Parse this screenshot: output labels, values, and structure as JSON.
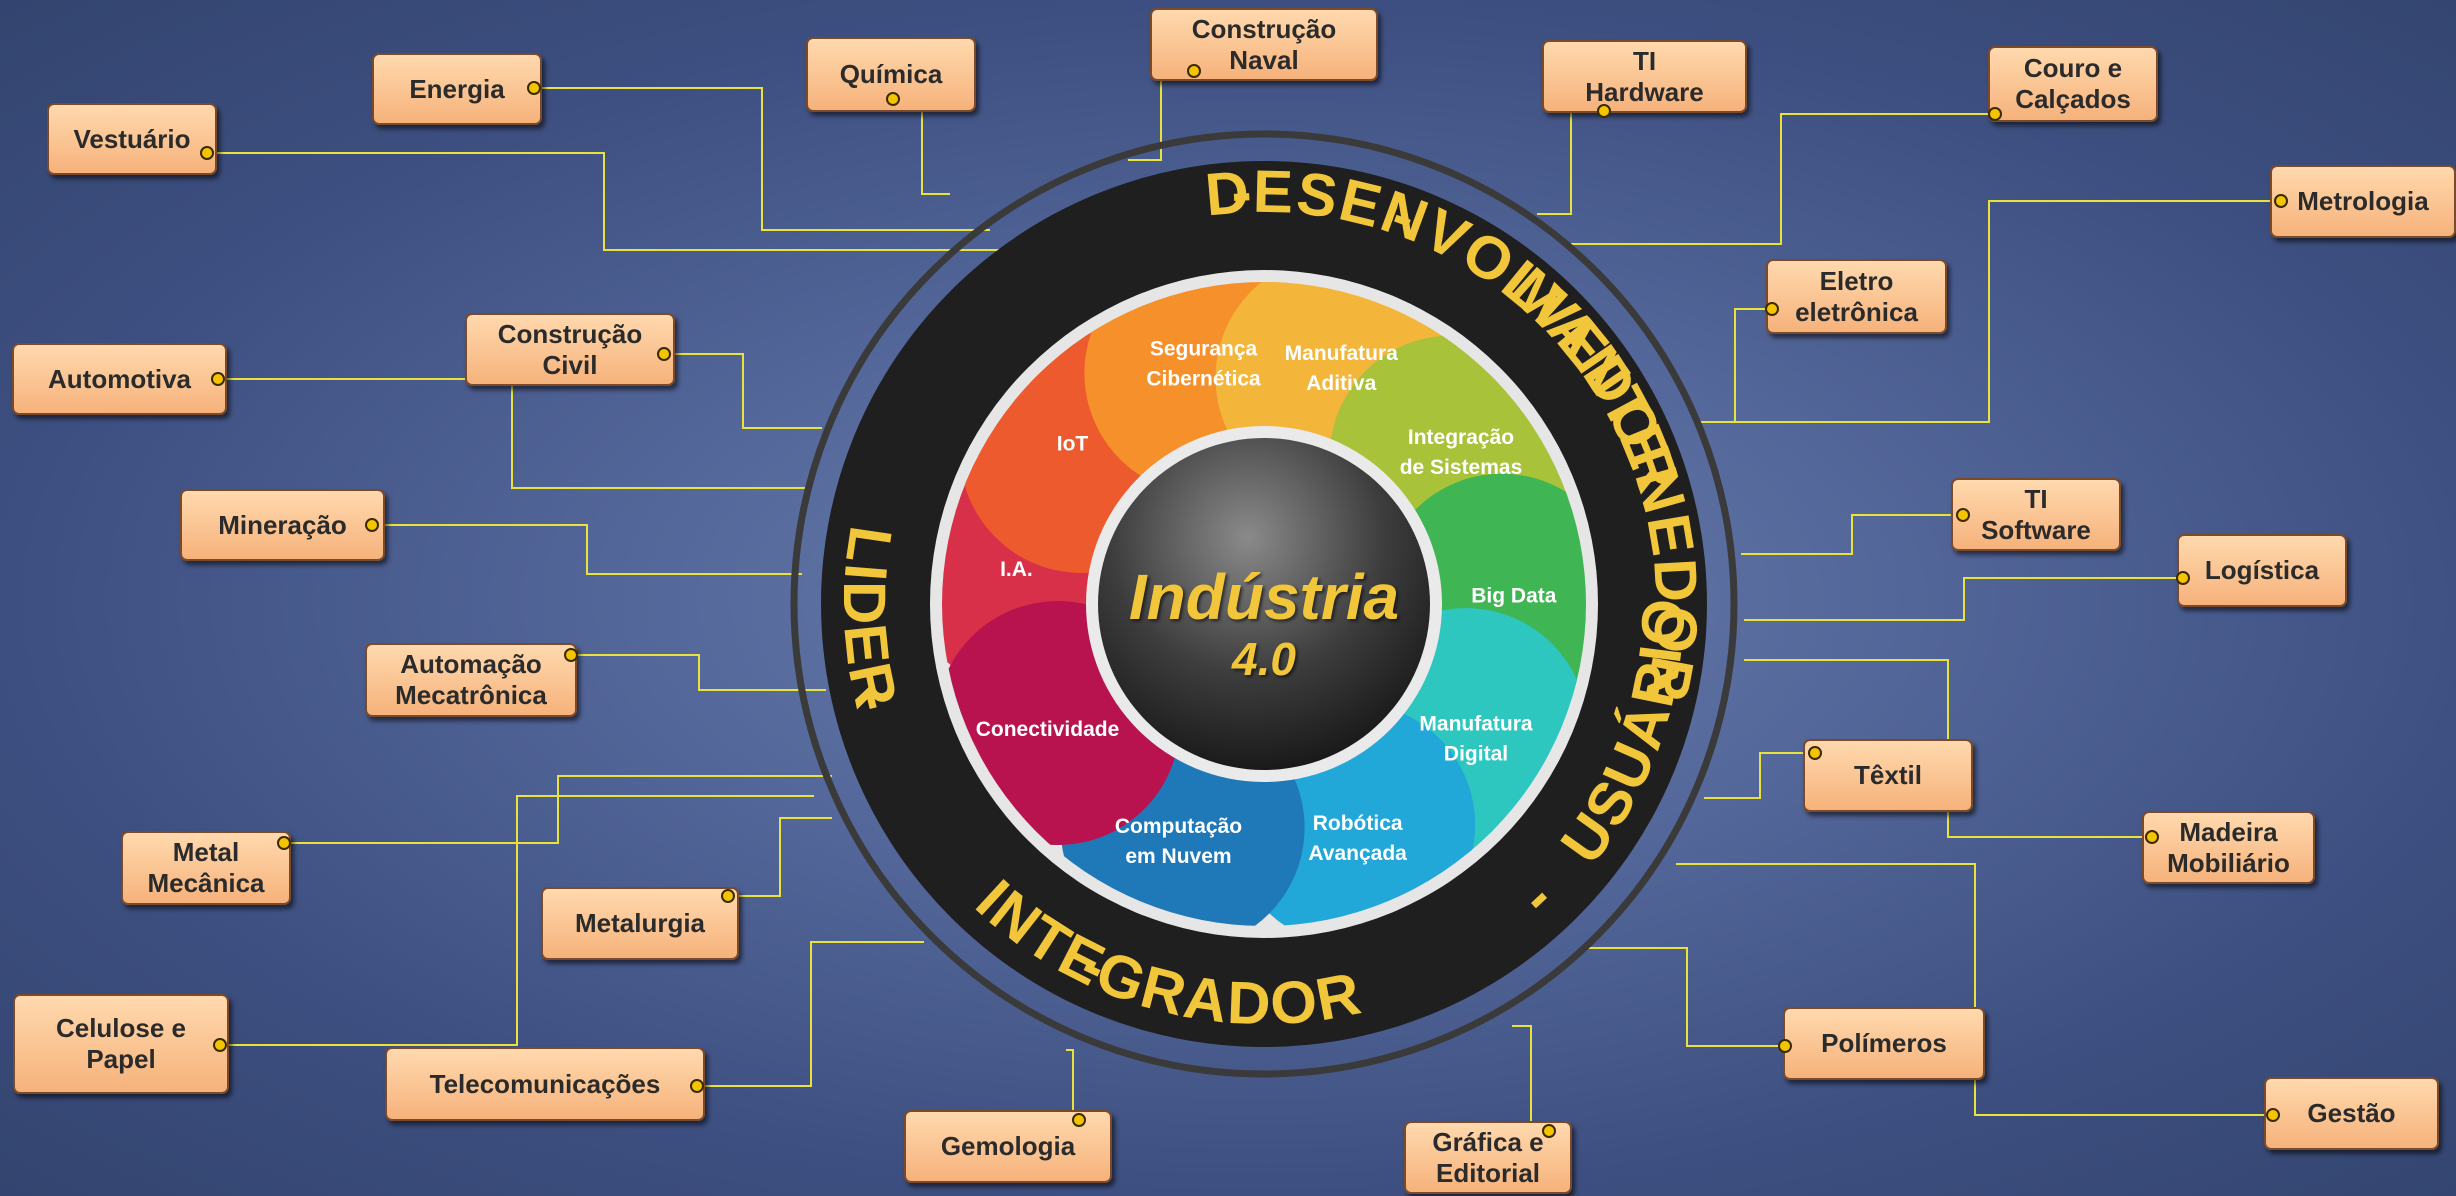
{
  "center": {
    "title": "Indústria",
    "subtitle": "4.0"
  },
  "ring_roles": [
    "DESENVOLVEDOR",
    "-",
    "MANTENEDOR",
    "-",
    "USUÁRIO",
    "-",
    "INTEGRADOR",
    "-",
    "LIDER",
    "-"
  ],
  "segments": [
    {
      "label": "I.A.",
      "color": "#d9304a"
    },
    {
      "label": "IoT",
      "color": "#ec5a2e"
    },
    {
      "label": "Segurança\nCibernética",
      "color": "#f6902a"
    },
    {
      "label": "Manufatura\nAditiva",
      "color": "#f4b63a"
    },
    {
      "label": "Integração\nde Sistemas",
      "color": "#a8c23a"
    },
    {
      "label": "Big Data",
      "color": "#3fb553"
    },
    {
      "label": "Manufatura\nDigital",
      "color": "#2ec7c0"
    },
    {
      "label": "Robótica\nAvançada",
      "color": "#22a8d8"
    },
    {
      "label": "Computação\nem Nuvem",
      "color": "#1f79b8"
    },
    {
      "label": "Conectividade",
      "color": "#b8134f"
    }
  ],
  "sectors": [
    "Construção\nNaval",
    "Química",
    "Energia",
    "Vestuário",
    "Construção\nCivil",
    "Automotiva",
    "Mineração",
    "Automação\nMecatrônica",
    "Metal\nMecânica",
    "Metalurgia",
    "Celulose e\nPapel",
    "Telecomunicações",
    "Gemologia",
    "Gráfica e\nEditorial",
    "TI\nHardware",
    "Couro e\nCalçados",
    "Metrologia",
    "Eletro\neletrônica",
    "TI\nSoftware",
    "Logística",
    "Têxtil",
    "Madeira\nMobiliário",
    "Polímeros",
    "Gestão"
  ],
  "colors": {
    "connector": "#e8e23a",
    "box_fill": "#f9c491",
    "ring": "#1e1e1e",
    "ring_text": "#f2c63a"
  }
}
